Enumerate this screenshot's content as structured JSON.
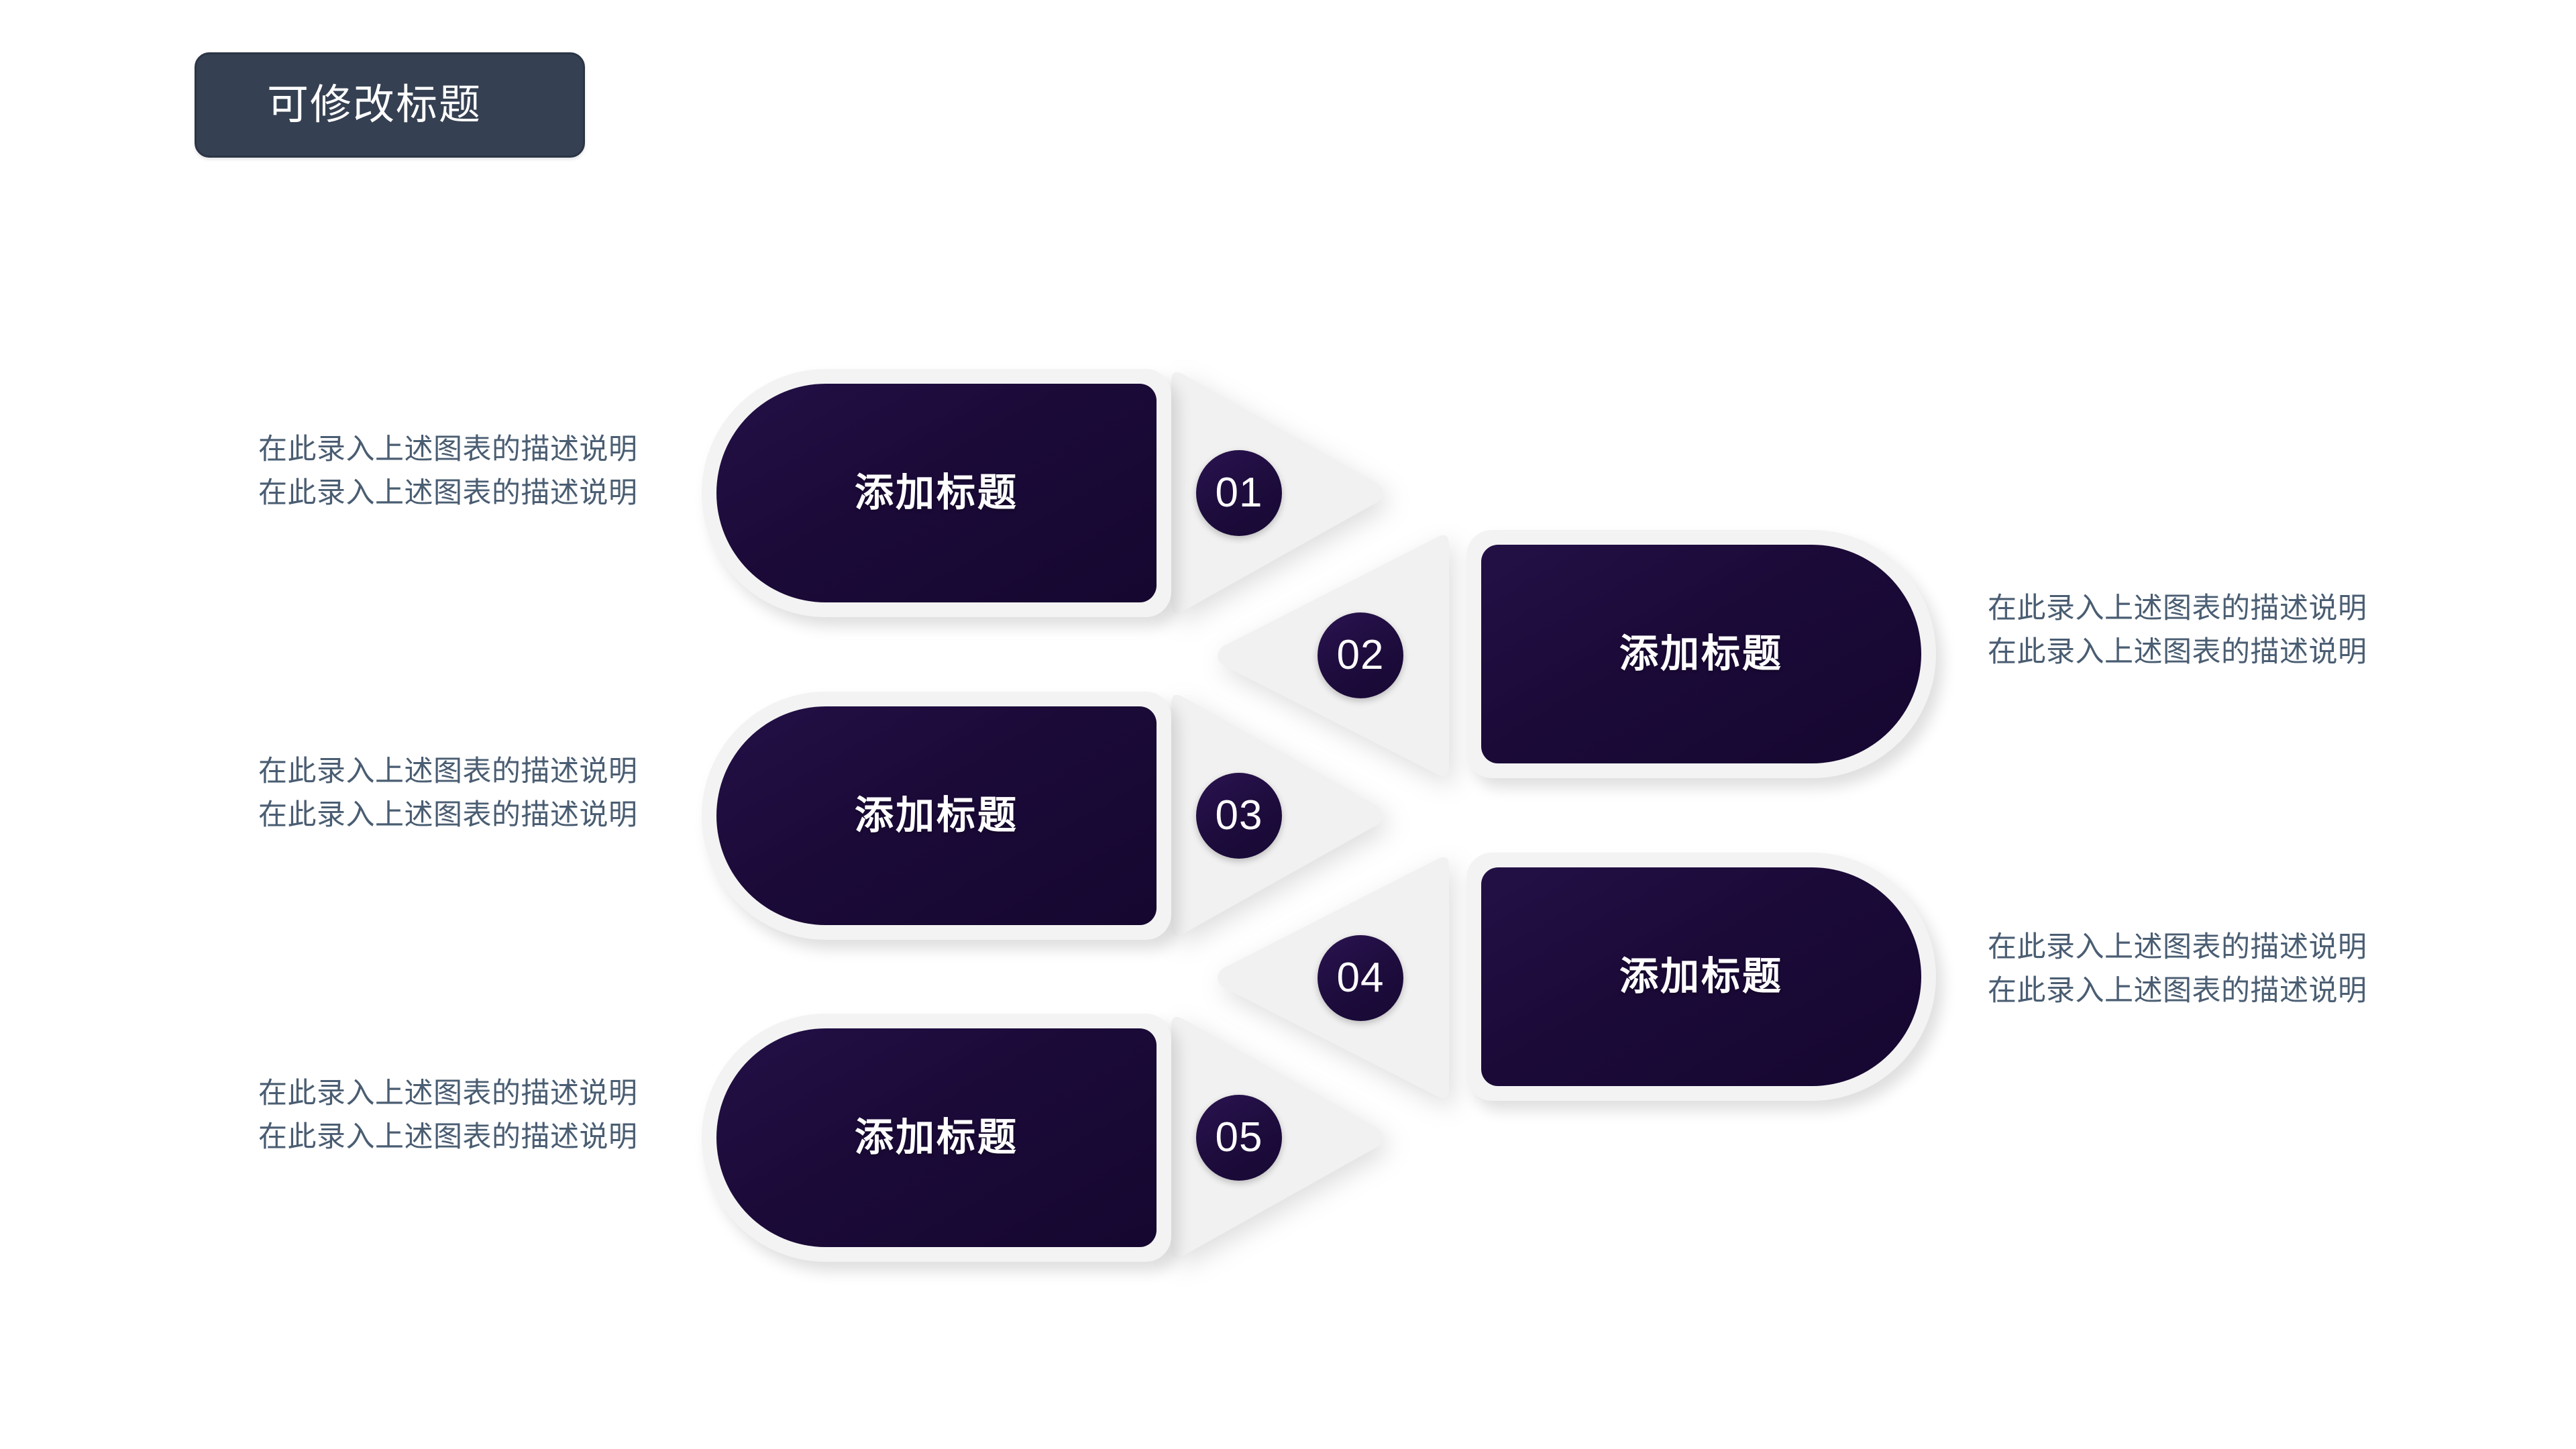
{
  "slide": {
    "background_color": "#ffffff",
    "title": "可修改标题",
    "title_badge_color": "#354052",
    "card_color": "#1b0a38",
    "arrow_color": "#f1f1f1",
    "desc_text_color": "#4a5d72"
  },
  "items": [
    {
      "number": "01",
      "card_label": "添加标题",
      "description": "在此录入上述图表的描述说明在此录入上述图表的描述说明",
      "side": "left",
      "arrow_direction": "right"
    },
    {
      "number": "02",
      "card_label": "添加标题",
      "description": "在此录入上述图表的描述说明在此录入上述图表的描述说明",
      "side": "right",
      "arrow_direction": "left"
    },
    {
      "number": "03",
      "card_label": "添加标题",
      "description": "在此录入上述图表的描述说明在此录入上述图表的描述说明",
      "side": "left",
      "arrow_direction": "right"
    },
    {
      "number": "04",
      "card_label": "添加标题",
      "description": "在此录入上述图表的描述说明在此录入上述图表的描述说明",
      "side": "right",
      "arrow_direction": "left"
    },
    {
      "number": "05",
      "card_label": "添加标题",
      "description": "在此录入上述图表的描述说明在此录入上述图表的描述说明",
      "side": "left",
      "arrow_direction": "right"
    }
  ]
}
